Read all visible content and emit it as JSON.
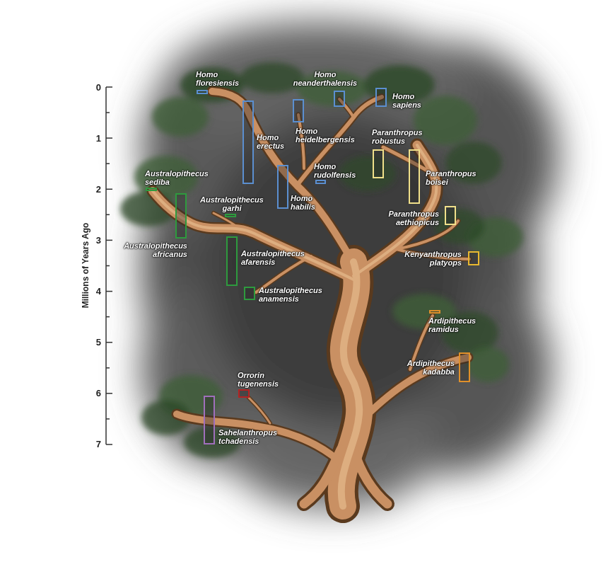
{
  "diagram": {
    "nodes": [
      {
        "text": [
          "Homo floresiensis"
        ]
      },
      {
        "text": [
          "Homo neanderthalensis"
        ]
      },
      {
        "text": [
          "Homo sapiens"
        ]
      },
      {
        "text": [
          "Homo erectus"
        ]
      },
      {
        "text": [
          "Homo heidelbergensis"
        ]
      },
      {
        "text": [
          "Paranthropus robustus"
        ]
      },
      {
        "text": [
          "Homo rudolfensis"
        ]
      },
      {
        "text": [
          "Paranthropus boisei"
        ]
      },
      {
        "text": [
          "Australopithecus sediba"
        ]
      },
      {
        "text": [
          "Homo habilis"
        ]
      },
      {
        "text": [
          "Australopithecus garhi"
        ]
      },
      {
        "text": [
          "Paranthropus aethiopicus"
        ]
      },
      {
        "text": [
          "Australopithecus africanus"
        ]
      },
      {
        "text": [
          "Australopithecus afarensis"
        ]
      },
      {
        "text": [
          "Kenyanthropus platyops"
        ]
      },
      {
        "text": [
          "Australopithecus anamensis"
        ]
      },
      {
        "text": [
          "Ardipithecus ramidus"
        ]
      },
      {
        "text": [
          "Ardipithecus kadabba"
        ]
      },
      {
        "text": [
          "Orrorin tugenensis"
        ]
      },
      {
        "text": [
          "Sahelanthropus tchadensis"
        ]
      }
    ],
    "labels": [
      "Millions of Years Ago",
      "0",
      "1",
      "2",
      "3",
      "4",
      "5",
      "6",
      "7"
    ]
  }
}
